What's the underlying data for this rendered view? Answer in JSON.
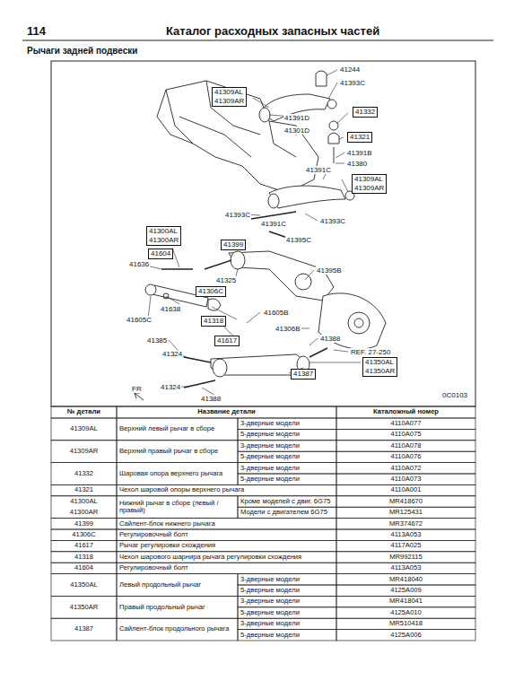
{
  "diagram": {
    "title": "Каталог расходных запасных частей",
    "nodes": [
      {
        "text": [
          "41309AL",
          "41309AR"
        ]
      },
      {
        "text": [
          "41332"
        ]
      },
      {
        "text": [
          "41321"
        ]
      },
      {
        "text": [
          "41309AL",
          "41309AR"
        ]
      },
      {
        "text": [
          "41300AL",
          "41300AR"
        ]
      },
      {
        "text": [
          "41399"
        ]
      },
      {
        "text": [
          "41604"
        ]
      },
      {
        "text": [
          "41306C"
        ]
      },
      {
        "text": [
          "41318"
        ]
      },
      {
        "text": [
          "41617"
        ]
      },
      {
        "text": [
          "41350AL",
          "41350AR"
        ]
      },
      {
        "text": [
          "41387"
        ]
      }
    ],
    "labels": [
      "114",
      "Рычаги задней подвески",
      "41244",
      "41393C",
      "41391D",
      "41301D",
      "41391B",
      "41380",
      "41391C",
      "41393C",
      "41391C",
      "41393C",
      "41395C",
      "41636",
      "41395B",
      "41325",
      "41638",
      "41605B",
      "41605C",
      "41306B",
      "41388",
      "41385",
      "41324",
      "REF. 27-250",
      "41324",
      "FR",
      "41388",
      "0C0103",
      "№ детали",
      "Название детали",
      "Каталожный номер",
      "41309AL",
      "Верхний левый рычаг в сборе",
      "3-дверные модели",
      "4110A077",
      "5-дверные модели",
      "4110A075",
      "41309AR",
      "Верхний правый рычаг в сборе",
      "3-дверные модели",
      "4110A078",
      "5-дверные модели",
      "4110A076",
      "41332",
      "Шаровая опора верхнего рычага",
      "3-дверные модели",
      "4110A072",
      "5-дверные модели",
      "4110A073",
      "41321",
      "Чехол шаровой опоры верхнего рычага",
      "4110A001",
      "41300AL",
      "41300AR",
      "Нижний рычаг в сборе (левый / правый)",
      "Кроме моделей с двиг. 6G75",
      "MR418670",
      "Модели с двигателем 6G75",
      "MR125431",
      "41399",
      "Сайлент-блок нижнего рычага",
      "MR374672",
      "41306C",
      "Регулировочный болт",
      "4113A053",
      "41617",
      "Рычаг регулировки схождения",
      "4117A025",
      "41318",
      "Чехол шарового шарнира рычага регулировки схождения",
      "MR992115",
      "41604",
      "Регулировочный болт",
      "4113A053",
      "41350AL",
      "Левый продольный рычаг",
      "3-дверные модели",
      "MR418040",
      "5-дверные модели",
      "4125A009",
      "41350AR",
      "Правый продольный рычаг",
      "3-дверные модели",
      "MR418041",
      "5-дверные модели",
      "4125A010",
      "41387",
      "Сайлент-блок продольного рычага",
      "3-дверные модели",
      "MR510418",
      "5-дверные модели",
      "4125A006"
    ]
  }
}
